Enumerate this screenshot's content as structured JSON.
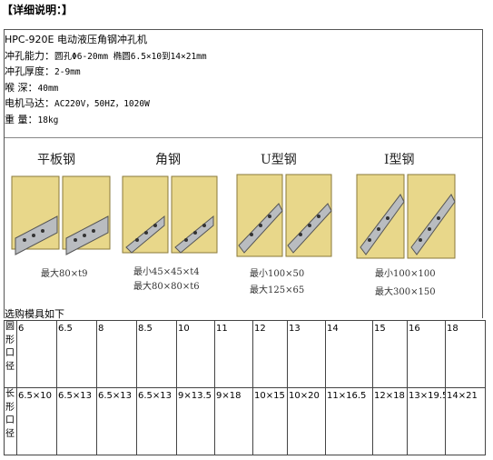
{
  "heading": "【详细说明：】",
  "specs": [
    {
      "label": "HPC-920E",
      "value": "电动液压角钢冲孔机"
    },
    {
      "label": "冲孔能力：",
      "value": "圆孔Φ6-20mm  椭圆6.5×10到14×21mm"
    },
    {
      "label": "冲孔厚度：",
      "value": "2-9mm"
    },
    {
      "label": "喉    深：",
      "value": "40mm"
    },
    {
      "label": "电机马达：",
      "value": "AC220V，50HZ，1020W"
    },
    {
      "label": "重    量：",
      "value": "18kg"
    }
  ],
  "illustration": {
    "groups": [
      {
        "title": "平板钢",
        "captions": [
          "最大80×t9"
        ]
      },
      {
        "title": "角钢",
        "captions": [
          "最小45×45×t4",
          "最大80×80×t6"
        ]
      },
      {
        "title": "U型钢",
        "captions": [
          "最小100×50",
          "最大125×65"
        ]
      },
      {
        "title": "I型钢",
        "captions": [
          "最小100×100",
          "最大300×150"
        ]
      }
    ],
    "colors": {
      "plate": "#e8d78a",
      "plate_edge": "#8a7a3a",
      "steel": "#b9bcc0",
      "hole": "#333333"
    }
  },
  "options_label": "选购模具如下",
  "table": {
    "round_header": "圆形口径",
    "round_values": [
      "6",
      "6.5",
      "8",
      "8.5",
      "10",
      "11",
      "12",
      "13",
      "14",
      "15",
      "16",
      "18"
    ],
    "oval_header": "长形口径",
    "oval_values": [
      "6.5×10",
      "6.5×13",
      "6.5×13",
      "6.5×13",
      "9×13.5",
      "9×18",
      "10×15",
      "10×20",
      "11×16.5",
      "12×18",
      "13×19.5",
      "14×21"
    ]
  }
}
